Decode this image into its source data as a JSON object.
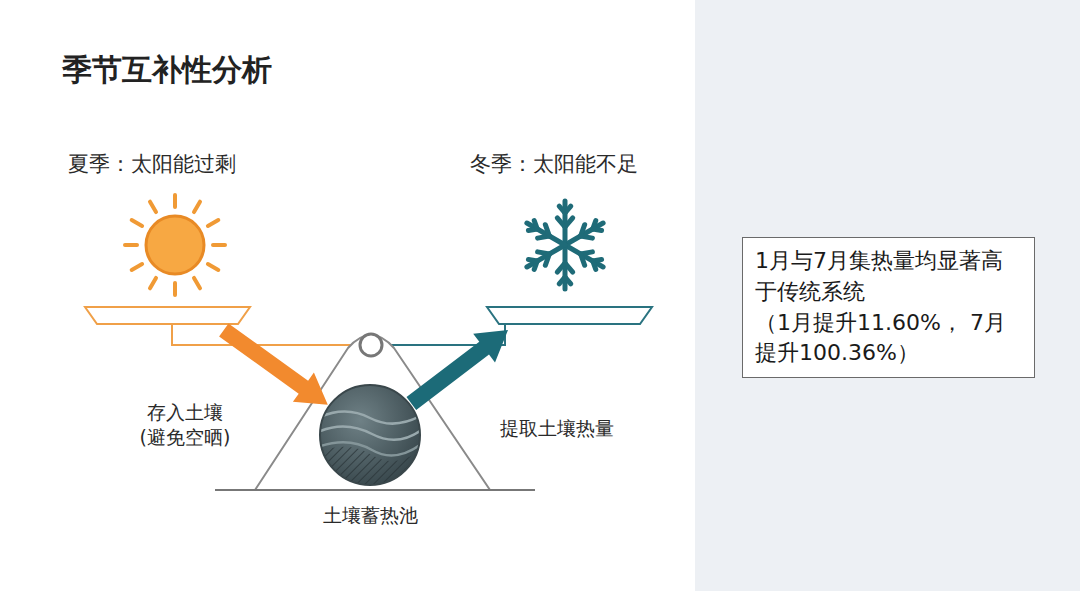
{
  "diagram": {
    "title": "季节互补性分析",
    "nodes": [
      {
        "text": [
          "夏季：太阳能过剩"
        ]
      },
      {
        "text": [
          "冬季：太阳能不足"
        ]
      },
      {
        "text": [
          "土壤蓄热池"
        ]
      },
      {
        "text": [
          "1月与7月集热量均显著高于传统系统",
          "（1月提升11.60%， 7月提升100.36%）"
        ]
      }
    ],
    "edges": [
      {
        "from": 0,
        "to": 2,
        "arrow": "to",
        "label": "存入土壤 (避免空晒)"
      },
      {
        "from": 2,
        "to": 1,
        "arrow": "to",
        "label": "提取土壤热量"
      }
    ]
  }
}
